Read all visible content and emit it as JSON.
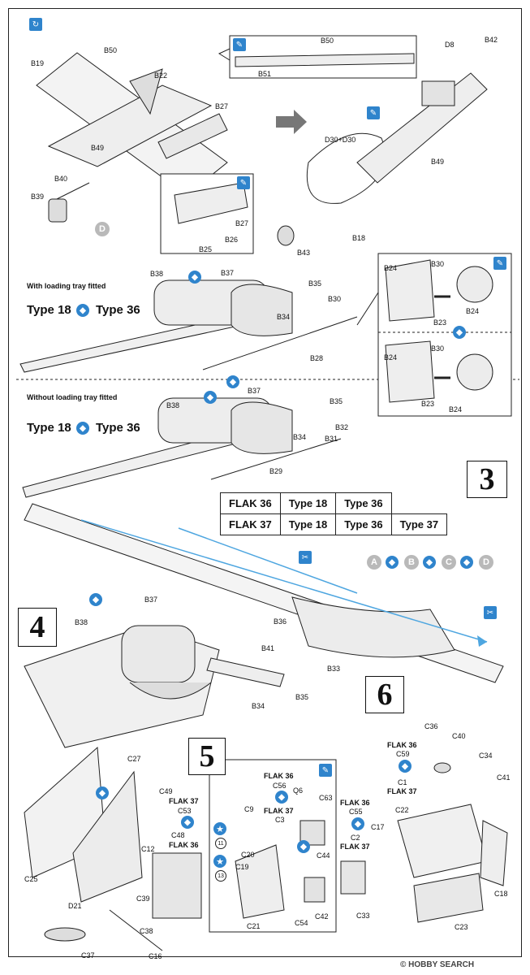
{
  "step_numbers": [
    "3",
    "4",
    "5",
    "6"
  ],
  "variant_table": {
    "rows": [
      [
        "FLAK 36",
        "Type 18",
        "Type 36",
        ""
      ],
      [
        "FLAK 37",
        "Type 18",
        "Type 36",
        "Type 37"
      ]
    ]
  },
  "captions": {
    "with_tray": "With loading tray fitted",
    "without_tray": "Without loading tray fitted"
  },
  "type_labels": {
    "with_tray": [
      "Type 18",
      "Type 36"
    ],
    "without_tray": [
      "Type 18",
      "Type 36"
    ]
  },
  "version_badges": [
    "A",
    "B",
    "C",
    "D"
  ],
  "left_badge": "D",
  "part_labels": {
    "top_left": [
      "B19",
      "B50",
      "B22",
      "B27",
      "B49",
      "B40",
      "B39"
    ],
    "top_callout": [
      "B50",
      "B51"
    ],
    "small_callout": [
      "B27",
      "B26",
      "B25"
    ],
    "top_right": [
      "D8",
      "B42",
      "D30+D30",
      "B49",
      "B43",
      "B18"
    ],
    "with_tray": [
      "B38",
      "B37",
      "B35",
      "B30",
      "B34",
      "B28"
    ],
    "detail_upper": [
      "B24",
      "B30",
      "B24",
      "B23"
    ],
    "detail_lower": [
      "B24",
      "B30",
      "B23",
      "B24"
    ],
    "without_tray": [
      "B38",
      "B37",
      "B35",
      "B32",
      "B34",
      "B31",
      "B29"
    ],
    "step6": [
      "B36",
      "B41",
      "B33"
    ],
    "step4": [
      "B38",
      "B37",
      "B35",
      "B34"
    ],
    "step5_left": [
      "C27",
      "C49",
      "C53",
      "C48",
      "C12",
      "C25",
      "C39",
      "C38",
      "D21",
      "C37",
      "C16"
    ],
    "step5_mid": [
      "C56",
      "Q6",
      "C63",
      "C9",
      "C3",
      "C20",
      "C19",
      "C44",
      "C21",
      "C42",
      "C54"
    ],
    "step5_right": [
      "C36",
      "C40",
      "C59",
      "C34",
      "C1",
      "C41",
      "C22",
      "C55",
      "C17",
      "C2",
      "C33",
      "C23",
      "C18"
    ]
  },
  "variant_labels": {
    "flak36": "FLAK 36",
    "flak37": "FLAK 37"
  },
  "ring_numbers": [
    "11",
    "13"
  ],
  "watermark": "© HOBBY SEARCH",
  "colors": {
    "accent_blue": "#2f84cc",
    "badge_gray": "#b9b9b9",
    "line": "#222222"
  }
}
